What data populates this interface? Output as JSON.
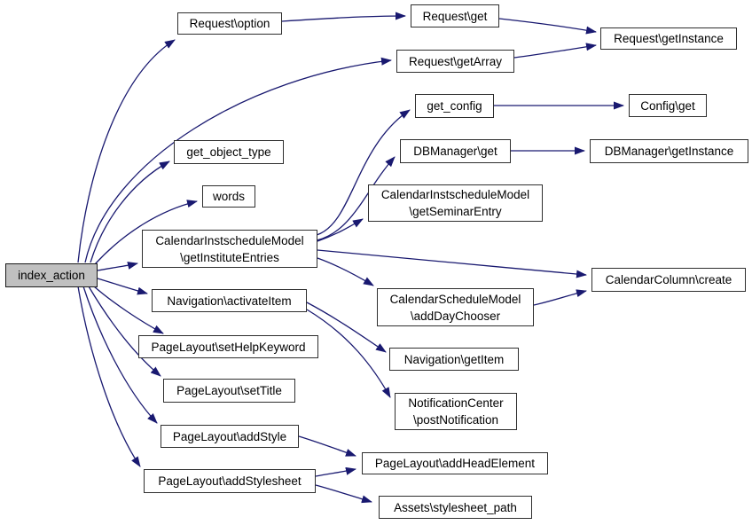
{
  "diagram_type": "doxygen-call-graph",
  "colors": {
    "edge": "#191970",
    "node_fill": "#ffffff",
    "node_border": "#2e2e2e",
    "root_fill": "#c0c0c0",
    "text": "#000000",
    "background": "#ffffff"
  },
  "nodes": {
    "index_action": {
      "lines": [
        "index_action"
      ]
    },
    "request_option": {
      "lines": [
        "Request\\option"
      ]
    },
    "request_get": {
      "lines": [
        "Request\\get"
      ]
    },
    "request_get_instance": {
      "lines": [
        "Request\\getInstance"
      ]
    },
    "request_get_array": {
      "lines": [
        "Request\\getArray"
      ]
    },
    "get_config": {
      "lines": [
        "get_config"
      ]
    },
    "config_get": {
      "lines": [
        "Config\\get"
      ]
    },
    "dbmanager_get": {
      "lines": [
        "DBManager\\get"
      ]
    },
    "dbmanager_get_instance": {
      "lines": [
        "DBManager\\getInstance"
      ]
    },
    "get_object_type": {
      "lines": [
        "get_object_type"
      ]
    },
    "words": {
      "lines": [
        "words"
      ]
    },
    "cal_inst_get_seminar_entry": {
      "lines": [
        "CalendarInstscheduleModel",
        "\\getSeminarEntry"
      ]
    },
    "cal_inst_get_institute_entries": {
      "lines": [
        "CalendarInstscheduleModel",
        "\\getInstituteEntries"
      ]
    },
    "cal_sched_add_day_chooser": {
      "lines": [
        "CalendarScheduleModel",
        "\\addDayChooser"
      ]
    },
    "cal_column_create": {
      "lines": [
        "CalendarColumn\\create"
      ]
    },
    "navigation_activate_item": {
      "lines": [
        "Navigation\\activateItem"
      ]
    },
    "navigation_get_item": {
      "lines": [
        "Navigation\\getItem"
      ]
    },
    "notification_post": {
      "lines": [
        "NotificationCenter",
        "\\postNotification"
      ]
    },
    "pagelayout_set_help_keyword": {
      "lines": [
        "PageLayout\\setHelpKeyword"
      ]
    },
    "pagelayout_set_title": {
      "lines": [
        "PageLayout\\setTitle"
      ]
    },
    "pagelayout_add_style": {
      "lines": [
        "PageLayout\\addStyle"
      ]
    },
    "pagelayout_add_stylesheet": {
      "lines": [
        "PageLayout\\addStylesheet"
      ]
    },
    "pagelayout_add_head_element": {
      "lines": [
        "PageLayout\\addHeadElement"
      ]
    },
    "assets_stylesheet_path": {
      "lines": [
        "Assets\\stylesheet_path"
      ]
    }
  },
  "edges": [
    {
      "from": "index_action",
      "to": "request_option"
    },
    {
      "from": "index_action",
      "to": "request_get_array"
    },
    {
      "from": "index_action",
      "to": "get_object_type"
    },
    {
      "from": "index_action",
      "to": "words"
    },
    {
      "from": "index_action",
      "to": "cal_inst_get_institute_entries"
    },
    {
      "from": "index_action",
      "to": "navigation_activate_item"
    },
    {
      "from": "index_action",
      "to": "pagelayout_set_help_keyword"
    },
    {
      "from": "index_action",
      "to": "pagelayout_set_title"
    },
    {
      "from": "index_action",
      "to": "pagelayout_add_style"
    },
    {
      "from": "index_action",
      "to": "pagelayout_add_stylesheet"
    },
    {
      "from": "request_option",
      "to": "request_get"
    },
    {
      "from": "request_get",
      "to": "request_get_instance"
    },
    {
      "from": "request_get_array",
      "to": "request_get_instance"
    },
    {
      "from": "get_config",
      "to": "config_get"
    },
    {
      "from": "dbmanager_get",
      "to": "dbmanager_get_instance"
    },
    {
      "from": "cal_inst_get_institute_entries",
      "to": "get_config"
    },
    {
      "from": "cal_inst_get_institute_entries",
      "to": "dbmanager_get"
    },
    {
      "from": "cal_inst_get_institute_entries",
      "to": "cal_inst_get_seminar_entry"
    },
    {
      "from": "cal_inst_get_institute_entries",
      "to": "cal_column_create"
    },
    {
      "from": "cal_inst_get_institute_entries",
      "to": "cal_sched_add_day_chooser"
    },
    {
      "from": "cal_sched_add_day_chooser",
      "to": "cal_column_create"
    },
    {
      "from": "navigation_activate_item",
      "to": "navigation_get_item"
    },
    {
      "from": "navigation_activate_item",
      "to": "notification_post"
    },
    {
      "from": "pagelayout_add_style",
      "to": "pagelayout_add_head_element"
    },
    {
      "from": "pagelayout_add_stylesheet",
      "to": "pagelayout_add_head_element"
    },
    {
      "from": "pagelayout_add_stylesheet",
      "to": "assets_stylesheet_path"
    }
  ]
}
